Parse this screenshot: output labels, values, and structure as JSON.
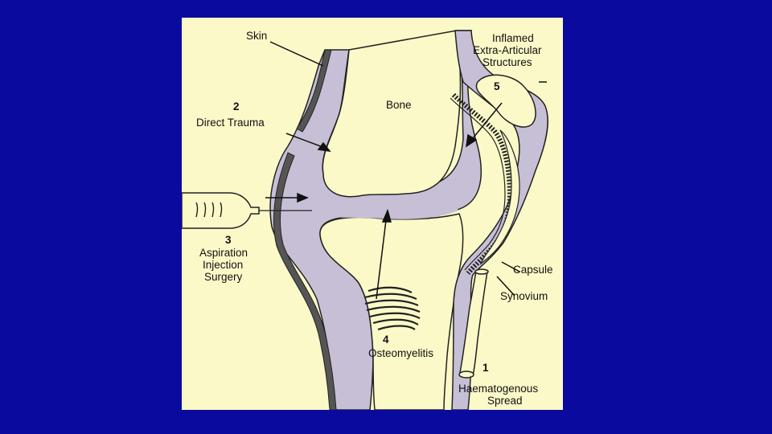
{
  "colors": {
    "background": "#0a0a9e",
    "panel": "#fbf9c8",
    "joint_tissue": "#c7bfd6",
    "outline": "#222222",
    "skin_band": "#555555"
  },
  "labels": {
    "skin": "Skin",
    "bone": "Bone",
    "item2_num": "2",
    "item2_text": "Direct Trauma",
    "item3_num": "3",
    "item3_line1": "Aspiration",
    "item3_line2": "Injection",
    "item3_line3": "Surgery",
    "item4_num": "4",
    "item4_text": "Osteomyelitis",
    "item5_num": "5",
    "inflamed_line1": "Inflamed",
    "inflamed_line2": "Extra-Articular",
    "inflamed_line3": "Structures",
    "capsule": "Capsule",
    "synovium": "Synovium",
    "item1_num": "1",
    "haem_line1": "Haematogenous",
    "haem_line2": "Spread"
  }
}
